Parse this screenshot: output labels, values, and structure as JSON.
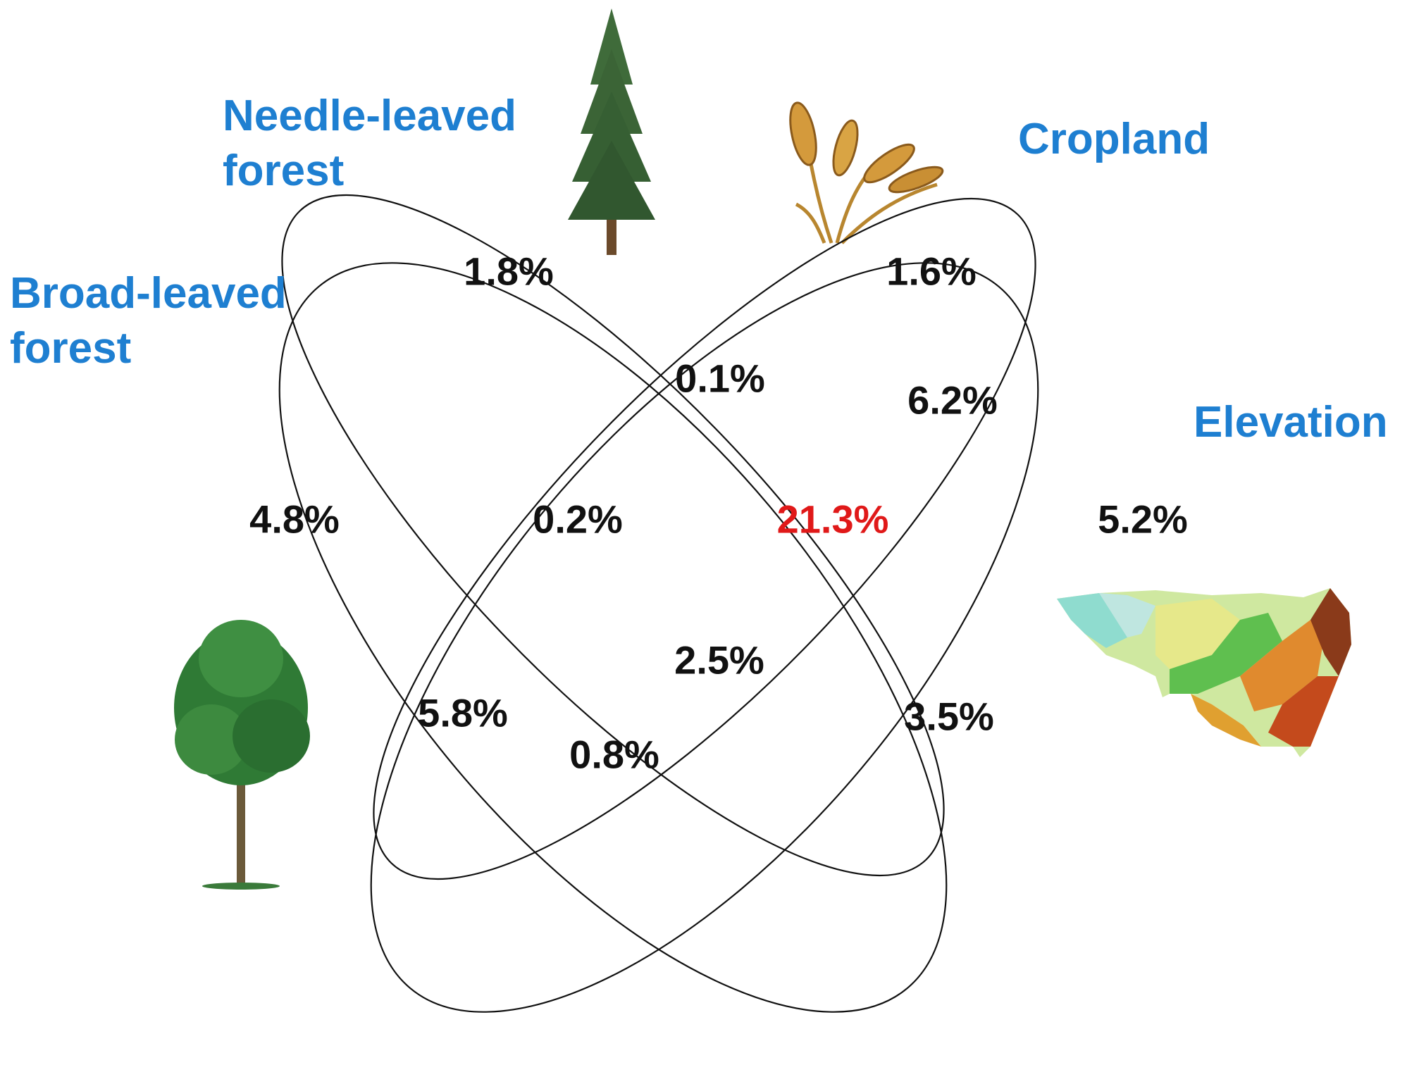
{
  "colors": {
    "set_label": "#1e7fd1",
    "value": "#111111",
    "highlight": "#e01919",
    "outline": "#111111"
  },
  "sets": {
    "needle_leaved": {
      "line1": "Needle-leaved",
      "line2": "forest",
      "icon": "conifer-tree-icon"
    },
    "cropland": {
      "line1": "Cropland",
      "icon": "wheat-icon"
    },
    "broad_leaved": {
      "line1": "Broad-leaved",
      "line2": "forest",
      "icon": "deciduous-tree-icon"
    },
    "elevation": {
      "line1": "Elevation",
      "icon": "elevation-map-icon"
    }
  },
  "regions": {
    "needle_only": "1.8%",
    "cropland_only": "1.6%",
    "needle_cropland": "0.1%",
    "cropland_elevation": "6.2%",
    "broad_only": "4.8%",
    "broad_needle_cropland": "0.2%",
    "all_four_highlight": "21.3%",
    "elevation_only": "5.2%",
    "broad_needle_elevation": "2.5%",
    "broad_needle": "5.8%",
    "broad_cropland_elevation": "0.8%",
    "needle_elevation": "3.5%"
  }
}
